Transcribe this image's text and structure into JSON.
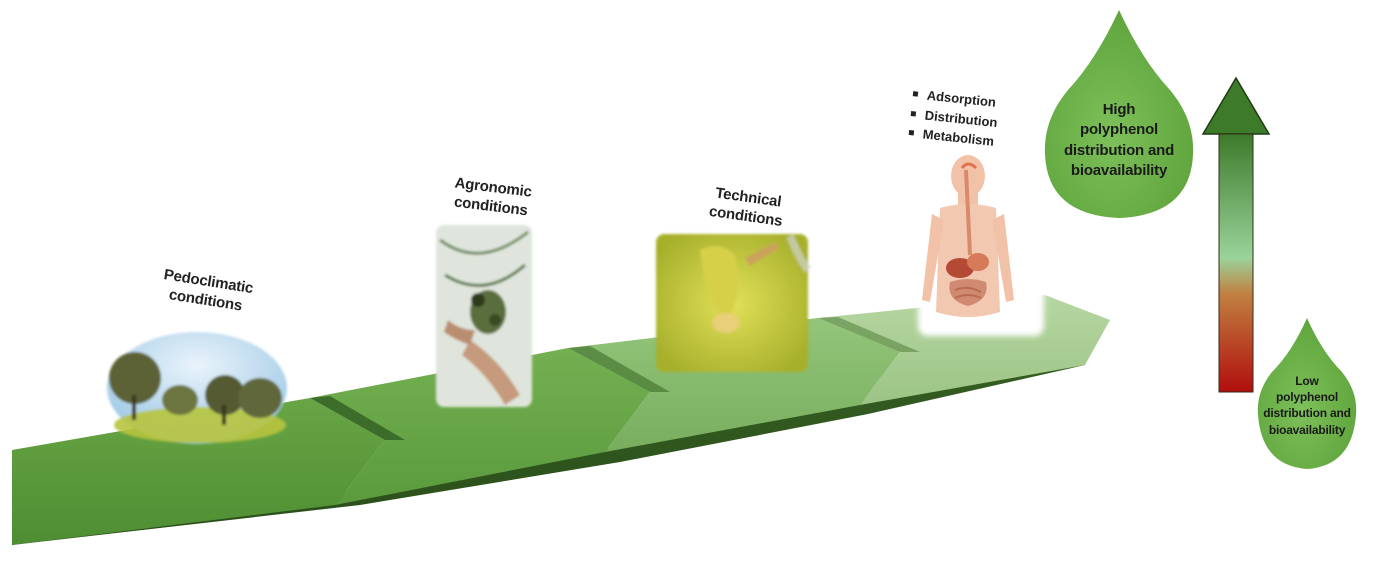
{
  "steps": [
    {
      "label_lines": [
        "Pedoclimatic",
        "conditions"
      ],
      "image": "olive-grove-photo"
    },
    {
      "label_lines": [
        "Agronomic",
        "conditions"
      ],
      "image": "olive-harvest-photo"
    },
    {
      "label_lines": [
        "Technical",
        "conditions"
      ],
      "image": "olive-oil-photo"
    },
    {
      "label_lines": [],
      "image": "human-digestive-system-illustration",
      "bullets": [
        "Adsorption",
        "Distribution",
        "Metabolism"
      ]
    }
  ],
  "high_drop": {
    "label_lines": [
      "High",
      "polyphenol",
      "distribution and",
      "bioavailability"
    ],
    "color": "#6aae45"
  },
  "low_drop": {
    "label_lines": [
      "Low",
      "polyphenol",
      "distribution and",
      "bioavailability"
    ],
    "color": "#6aae45"
  },
  "gradient_arrow": {
    "top_color": "#3f7d2c",
    "mid_color": "#8ccf8a",
    "bottom_color": "#b40f0f"
  },
  "colors": {
    "arrow_dark": "#3f7d2c",
    "arrow_mid": "#5b9a3f",
    "arrow_light": "#8dbb6f",
    "arrow_palest": "#a8cb8f"
  }
}
